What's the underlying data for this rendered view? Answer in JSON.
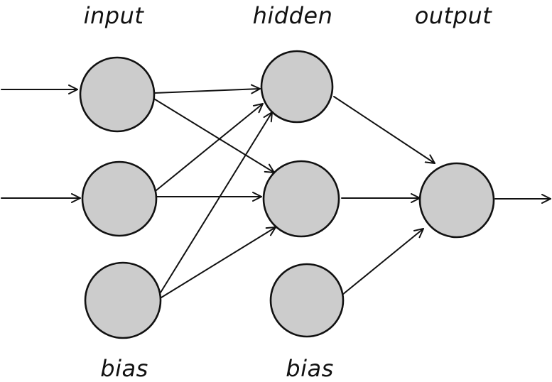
{
  "labels": {
    "input": "input",
    "hidden": "hidden",
    "output": "output",
    "bias_input": "bias",
    "bias_hidden": "bias"
  },
  "colors": {
    "node_fill": "#cccccc",
    "stroke": "#111111",
    "background": "#ffffff"
  }
}
